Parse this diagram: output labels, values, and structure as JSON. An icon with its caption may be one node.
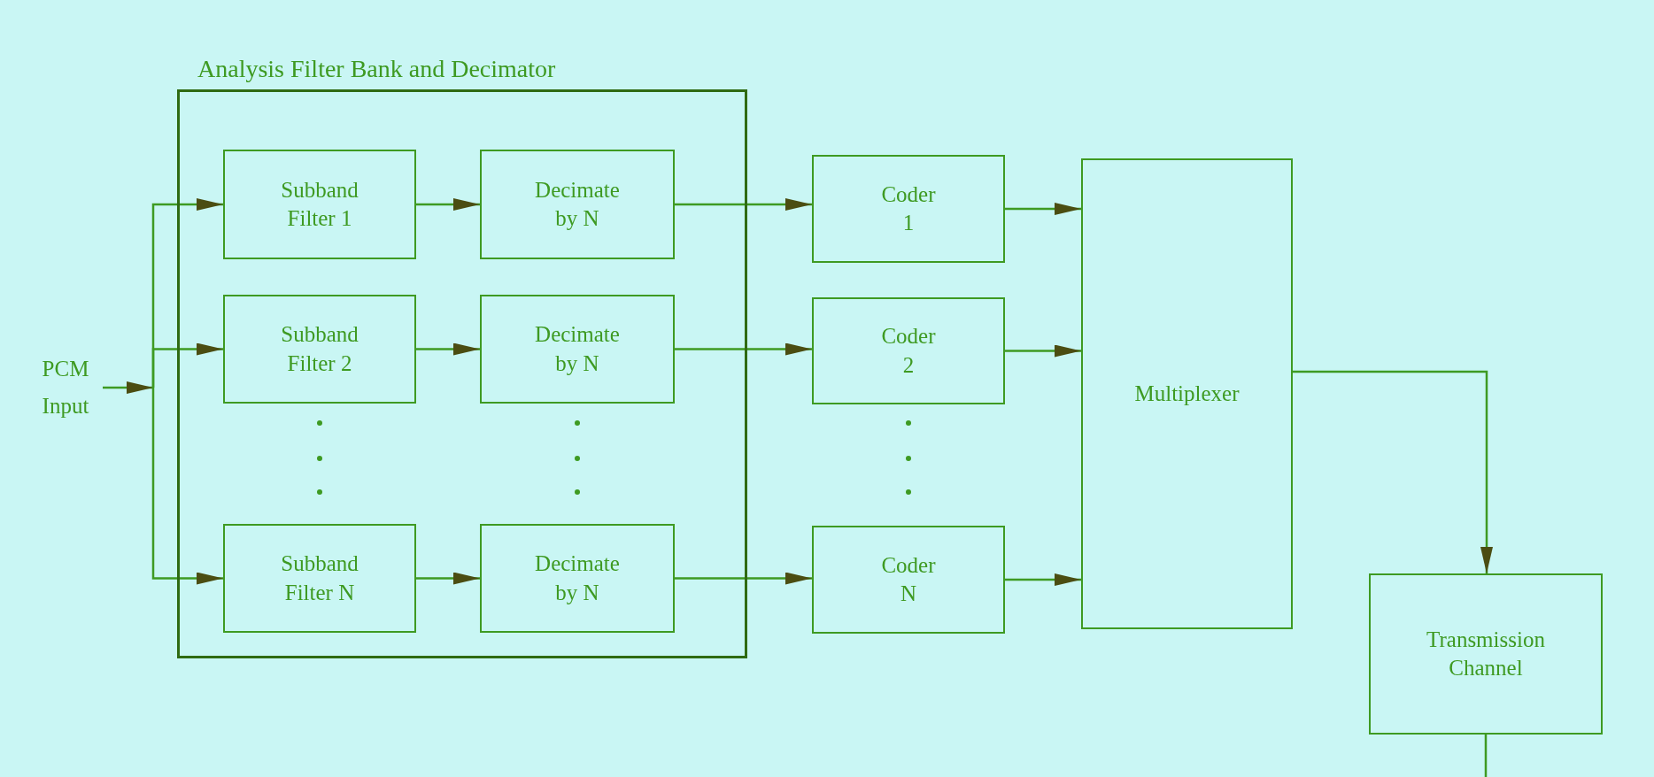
{
  "diagram": {
    "nodes": [
      {
        "text": [
          "Analysis Filter Bank and Decimator"
        ]
      },
      {
        "text": [
          "PCM Input"
        ]
      },
      {
        "text": [
          "Subband Filter 1"
        ],
        "in": 0
      },
      {
        "text": [
          "Decimate by N"
        ],
        "in": 0
      },
      {
        "text": [
          "Subband Filter 2"
        ],
        "in": 0
      },
      {
        "text": [
          "Decimate by N"
        ],
        "in": 0
      },
      {
        "text": [
          "Subband Filter N"
        ],
        "in": 0
      },
      {
        "text": [
          "Decimate by N"
        ],
        "in": 0
      },
      {
        "text": [
          "Coder 1"
        ]
      },
      {
        "text": [
          "Coder 2"
        ]
      },
      {
        "text": [
          "Coder N"
        ]
      },
      {
        "text": [
          "Multiplexer"
        ]
      },
      {
        "text": [
          "Transmission Channel"
        ]
      }
    ],
    "edges": [
      {
        "from": 1,
        "to": 2,
        "arrow": "to"
      },
      {
        "from": 1,
        "to": 4,
        "arrow": "to"
      },
      {
        "from": 1,
        "to": 6,
        "arrow": "to"
      },
      {
        "from": 2,
        "to": 3,
        "arrow": "to"
      },
      {
        "from": 4,
        "to": 5,
        "arrow": "to"
      },
      {
        "from": 6,
        "to": 7,
        "arrow": "to"
      },
      {
        "from": 3,
        "to": 8,
        "arrow": "to"
      },
      {
        "from": 5,
        "to": 9,
        "arrow": "to"
      },
      {
        "from": 7,
        "to": 10,
        "arrow": "to"
      },
      {
        "from": 8,
        "to": 11,
        "arrow": "to"
      },
      {
        "from": 9,
        "to": 11,
        "arrow": "to"
      },
      {
        "from": 10,
        "to": 11,
        "arrow": "to"
      },
      {
        "from": 11,
        "to": 12,
        "arrow": "to"
      },
      {
        "from": 12,
        "to": null,
        "arrow": "none"
      }
    ]
  }
}
